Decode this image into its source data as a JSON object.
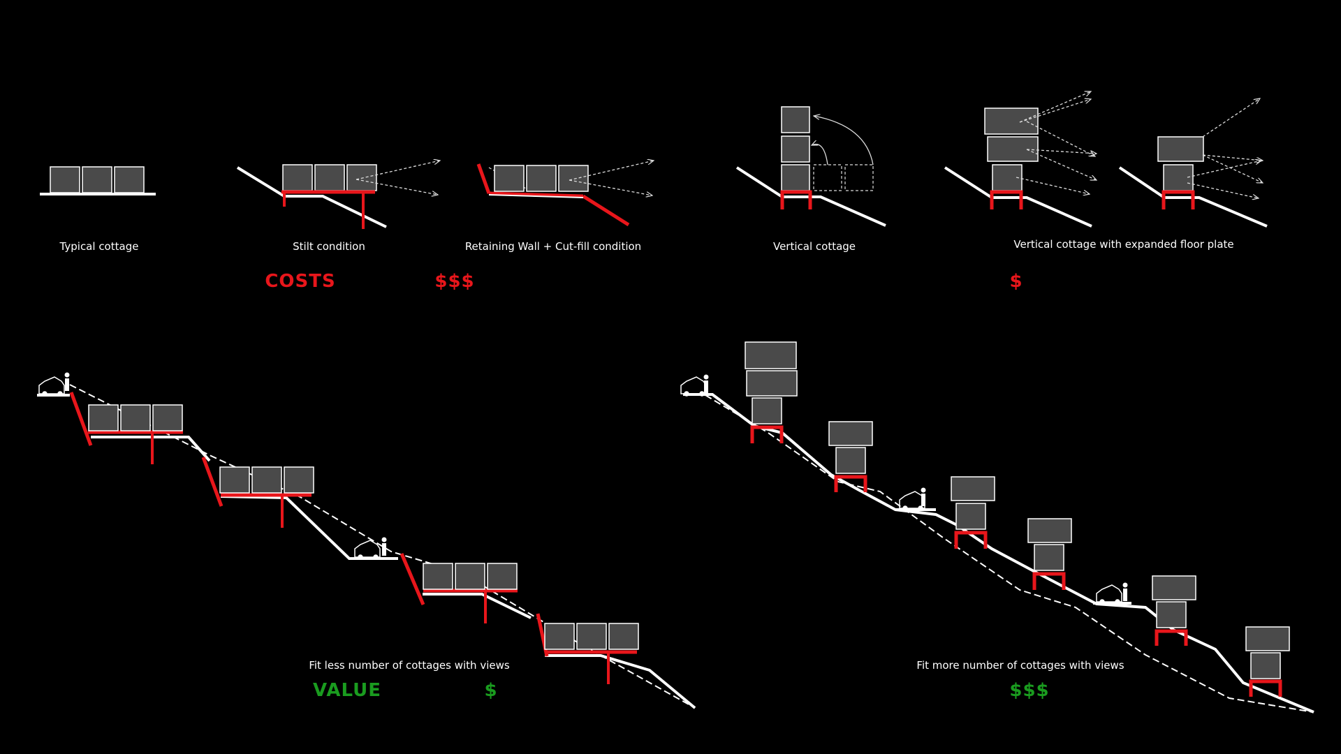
{
  "labels": {
    "typical": "Typical cottage",
    "stilt": "Stilt condition",
    "retaining": "Retaining Wall + Cut-fill condition",
    "vertical": "Vertical cottage",
    "vertical_expanded": "Vertical cottage with expanded floor plate",
    "fit_less": "Fit less number of cottages with views",
    "fit_more": "Fit more number of cottages with views"
  },
  "costs": {
    "heading": "COSTS",
    "conventional": "$$$",
    "vertical": "$"
  },
  "value": {
    "heading": "VALUE",
    "conventional": "$",
    "vertical": "$$$"
  },
  "colors": {
    "background": "#000000",
    "ground": "#ffffff",
    "structure": "#e8161b",
    "cottage": "#4a4a4a",
    "value": "#1a9c1f"
  }
}
